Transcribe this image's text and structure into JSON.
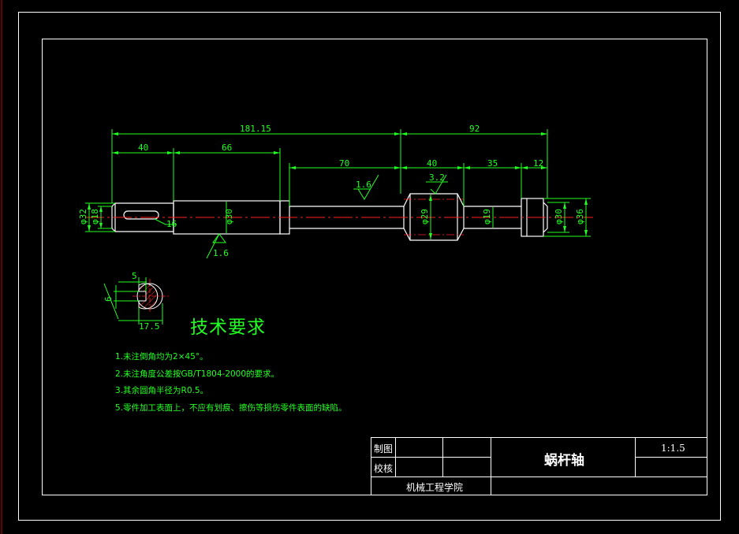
{
  "drawing": {
    "dimensions": {
      "overall_left": "181.15",
      "overall_right": "92",
      "len_40_a": "40",
      "len_66": "66",
      "len_70": "70",
      "len_40_b": "40",
      "len_35": "35",
      "len_12": "12",
      "dia_32": "φ32",
      "dia_18": "φ18",
      "keyway_16": "16",
      "dia_30_a": "φ30",
      "dia_29": "φ29",
      "dia_19": "φ19",
      "dia_30_b": "φ30",
      "dia_36": "φ36",
      "rough_1_6_a": "1.6",
      "rough_3_2": "3.2",
      "rough_1_6_b": "1.6"
    },
    "section": {
      "dim_5": "5",
      "dim_6": "6",
      "dim_17_5": "17.5"
    },
    "colors": {
      "background": "#000000",
      "frame": "#ffffff",
      "dimension": "#22ff22",
      "centerline": "#ff2020",
      "hatch": "#ff2020"
    }
  },
  "tech_requirements": {
    "title": "技术要求",
    "items": [
      "1.未注倒角均为2×45°。",
      "2.未注角度公差按GB/T1804-2000的要求。",
      "3.其余圆角半径为R0.5。",
      "5.零件加工表面上，不应有划痕、擦伤等损伤零件表面的缺陷。"
    ]
  },
  "title_block": {
    "drawn_by_label": "制图",
    "checked_by_label": "校核",
    "part_name": "蜗杆轴",
    "scale": "1:1.5",
    "school": "机械工程学院"
  }
}
